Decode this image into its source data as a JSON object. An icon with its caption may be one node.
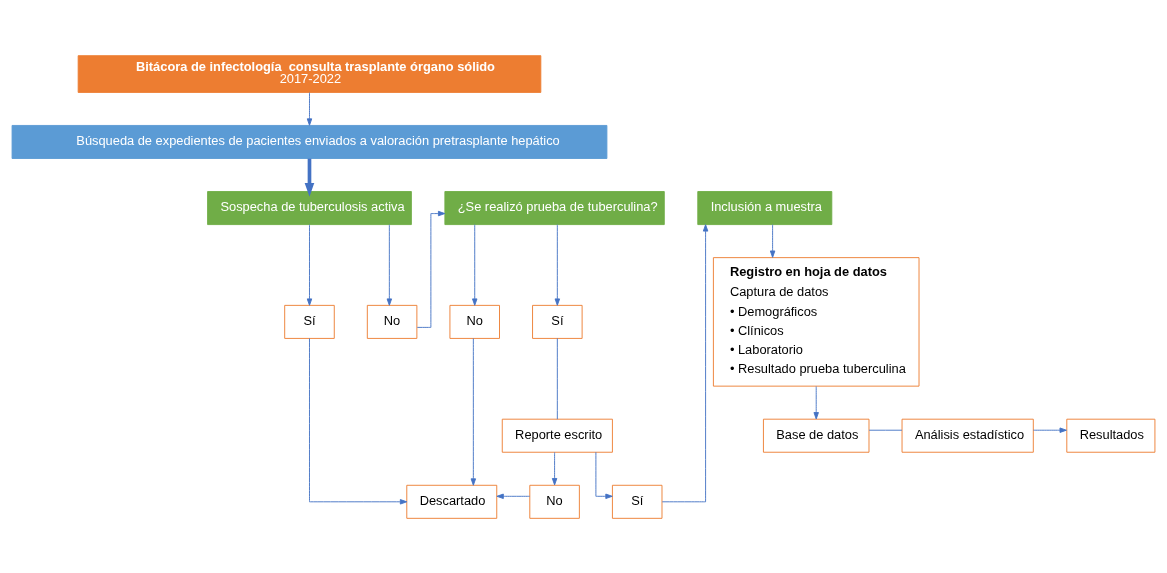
{
  "diagram": {
    "nodes": [
      {
        "text": [
          "Bitácora de infectología  consulta trasplante órgano sólido",
          "2017-2022"
        ]
      },
      {
        "text": [
          "Búsqueda de expedientes de pacientes enviados a valoración pretrasplante hepático"
        ]
      },
      {
        "text": [
          "Sospecha de tuberculosis activa"
        ]
      },
      {
        "text": [
          "Sí"
        ]
      },
      {
        "text": [
          "No"
        ]
      },
      {
        "text": [
          "¿Se realizó prueba de tuberculina?"
        ]
      },
      {
        "text": [
          "No"
        ]
      },
      {
        "text": [
          "Sí"
        ]
      },
      {
        "text": [
          "Reporte escrito"
        ]
      },
      {
        "text": [
          "No"
        ]
      },
      {
        "text": [
          "Sí"
        ]
      },
      {
        "text": [
          "Descartado"
        ]
      },
      {
        "text": [
          "Inclusión a muestra"
        ]
      },
      {
        "text": [
          "Registro en hoja de datos",
          "Captura de datos",
          "• Demográficos",
          "• Clínicos",
          "• Laboratorio",
          "• Resultado prueba tuberculina"
        ]
      },
      {
        "text": [
          "Base de datos"
        ]
      },
      {
        "text": [
          "Análisis estadístico"
        ]
      },
      {
        "text": [
          "Resultados"
        ]
      }
    ],
    "edges": [
      {
        "from": 0,
        "to": 1,
        "arrow": "to"
      },
      {
        "from": 1,
        "to": 2,
        "arrow": "to",
        "style": "thick"
      },
      {
        "from": 2,
        "to": 3,
        "arrow": "to"
      },
      {
        "from": 2,
        "to": 4,
        "arrow": "to"
      },
      {
        "from": 4,
        "to": 5,
        "arrow": "to"
      },
      {
        "from": 5,
        "to": 6,
        "arrow": "to"
      },
      {
        "from": 5,
        "to": 7,
        "arrow": "to"
      },
      {
        "from": 7,
        "to": 8,
        "arrow": "none"
      },
      {
        "from": 8,
        "to": 9,
        "arrow": "to"
      },
      {
        "from": 8,
        "to": 10,
        "arrow": "to"
      },
      {
        "from": 3,
        "to": 11,
        "arrow": "to"
      },
      {
        "from": 6,
        "to": 11,
        "arrow": "to"
      },
      {
        "from": 9,
        "to": 11,
        "arrow": "to"
      },
      {
        "from": 10,
        "to": 12,
        "arrow": "to"
      },
      {
        "from": 12,
        "to": 13,
        "arrow": "to"
      },
      {
        "from": 13,
        "to": 14,
        "arrow": "to"
      },
      {
        "from": 14,
        "to": 15,
        "arrow": "none"
      },
      {
        "from": 15,
        "to": 16,
        "arrow": "to"
      }
    ]
  }
}
